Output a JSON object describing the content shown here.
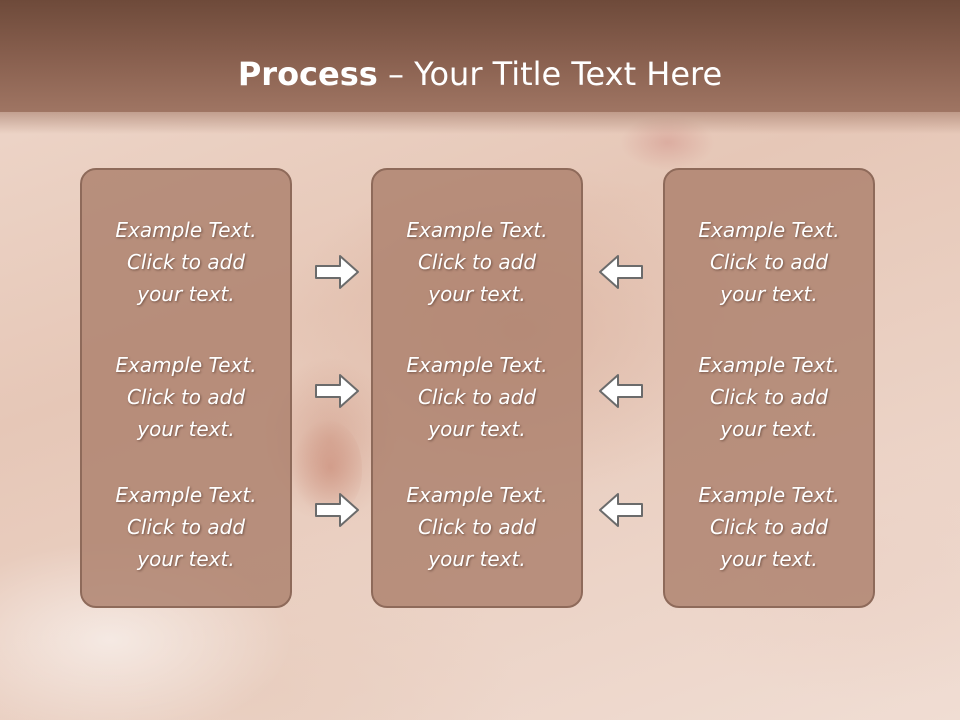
{
  "header": {
    "title_bold": "Process",
    "title_rest": " – Your Title Text Here"
  },
  "panels": [
    {
      "blocks": [
        [
          "Example Text.",
          "Click  to add",
          "your text."
        ],
        [
          "Example Text.",
          "Click  to add",
          "your text."
        ],
        [
          "Example Text.",
          "Click  to add",
          "your text."
        ]
      ]
    },
    {
      "blocks": [
        [
          "Example Text.",
          "Click  to add",
          "your text."
        ],
        [
          "Example Text.",
          "Click  to add",
          "your text."
        ],
        [
          "Example Text.",
          "Click  to add",
          "your text."
        ]
      ]
    },
    {
      "blocks": [
        [
          "Example Text.",
          "Click  to add",
          "your text."
        ],
        [
          "Example Text.",
          "Click  to add",
          "your text."
        ],
        [
          "Example Text.",
          "Click  to add",
          "your text."
        ]
      ]
    }
  ],
  "arrows": {
    "left_column": "right-arrow-icon",
    "right_column": "left-arrow-icon"
  },
  "colors": {
    "header": "#8a6150",
    "panel_fill": "#ac806c",
    "panel_border": "#8e6a5a",
    "text": "#ffffff"
  }
}
